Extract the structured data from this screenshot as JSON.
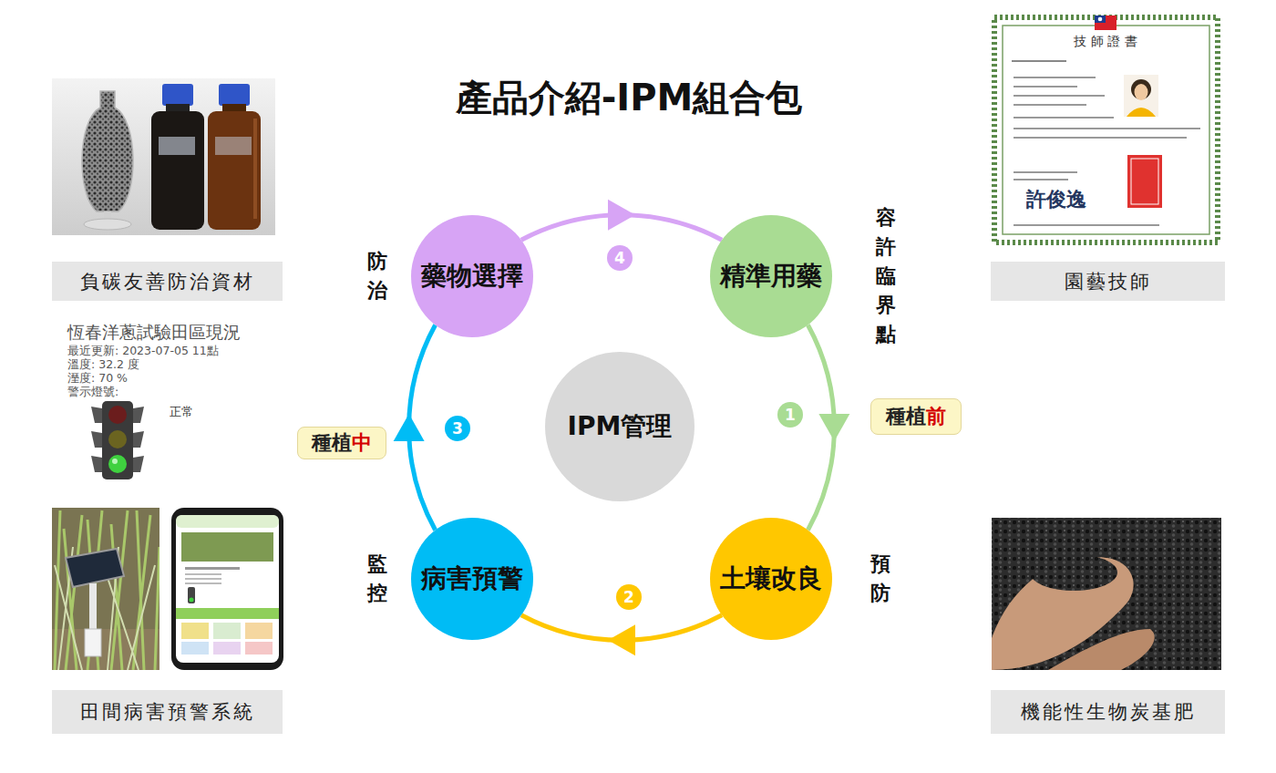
{
  "diagram": {
    "title": "產品介紹-IPM組合包",
    "nodes": [
      {
        "text": [
          "藥物選擇",
          "防治"
        ]
      },
      {
        "text": [
          "精準用藥",
          "容許 臨界點"
        ]
      },
      {
        "text": [
          "4"
        ]
      },
      {
        "text": [
          "負碳友善防治資材"
        ]
      },
      {
        "text": [
          "園藝技師"
        ]
      },
      {
        "text": [
          "IPM管理"
        ]
      },
      {
        "text": [
          "種植",
          "中"
        ]
      },
      {
        "text": [
          "3"
        ]
      },
      {
        "text": [
          "1"
        ]
      },
      {
        "text": [
          "種植",
          "前"
        ]
      },
      {
        "text": [
          "2"
        ]
      },
      {
        "text": [
          "病害預警",
          "監控"
        ]
      },
      {
        "text": [
          "土壤改良",
          "預防"
        ]
      },
      {
        "text": [
          "田間病害預警系統"
        ]
      },
      {
        "text": [
          "機能性生物炭基肥"
        ]
      }
    ],
    "edges": [
      {
        "from": 1,
        "to": 12,
        "arrow": "to"
      },
      {
        "from": 12,
        "to": 11,
        "arrow": "to"
      },
      {
        "from": 11,
        "to": 0,
        "arrow": "to"
      },
      {
        "from": 0,
        "to": 1,
        "arrow": "to"
      }
    ],
    "labels": [
      "恆春洋蔥試驗田區現況",
      "最近更新: 2023-07-05 11點",
      "溫度: 32.2 度",
      "溼度: 70 %",
      "警示燈號:",
      "正常",
      "技 師 證 書",
      "許俊逸"
    ]
  }
}
